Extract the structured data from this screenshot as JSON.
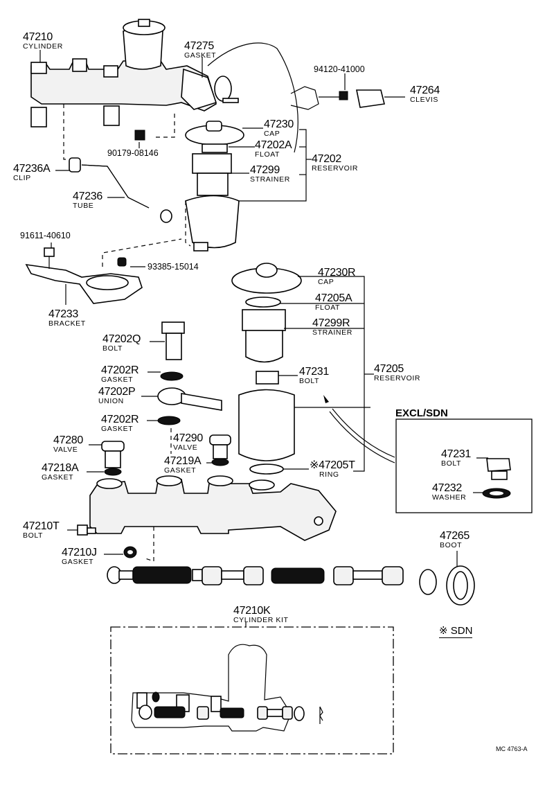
{
  "diagram": {
    "type": "exploded-parts-diagram",
    "subject": "Brake master cylinder"
  },
  "labels": [
    {
      "id": "47210",
      "number": "47210",
      "name": "CYLINDER"
    },
    {
      "id": "47275",
      "number": "47275",
      "name": "GASKET"
    },
    {
      "id": "94120-41000",
      "number": "94120-41000",
      "name": ""
    },
    {
      "id": "47264",
      "number": "47264",
      "name": "CLEVIS"
    },
    {
      "id": "47230",
      "number": "47230",
      "name": "CAP"
    },
    {
      "id": "47202A",
      "number": "47202A",
      "name": "FLOAT"
    },
    {
      "id": "47202",
      "number": "47202",
      "name": "RESERVOIR"
    },
    {
      "id": "47299",
      "number": "47299",
      "name": "STRAINER"
    },
    {
      "id": "90179-08146",
      "number": "90179-08146",
      "name": ""
    },
    {
      "id": "47236A",
      "number": "47236A",
      "name": "CLIP"
    },
    {
      "id": "47236",
      "number": "47236",
      "name": "TUBE"
    },
    {
      "id": "91611-40610",
      "number": "91611-40610",
      "name": ""
    },
    {
      "id": "93385-15014",
      "number": "93385-15014",
      "name": ""
    },
    {
      "id": "47233",
      "number": "47233",
      "name": "BRACKET"
    },
    {
      "id": "47230R",
      "number": "47230R",
      "name": "CAP"
    },
    {
      "id": "47205A",
      "number": "47205A",
      "name": "FLOAT"
    },
    {
      "id": "47299R",
      "number": "47299R",
      "name": "STRAINER"
    },
    {
      "id": "47202Q",
      "number": "47202Q",
      "name": "BOLT"
    },
    {
      "id": "47231",
      "number": "47231",
      "name": "BOLT"
    },
    {
      "id": "47205",
      "number": "47205",
      "name": "RESERVOIR"
    },
    {
      "id": "47202R-upper",
      "number": "47202R",
      "name": "GASKET"
    },
    {
      "id": "47202P",
      "number": "47202P",
      "name": "UNION"
    },
    {
      "id": "47202R-lower",
      "number": "47202R",
      "name": "GASKET"
    },
    {
      "id": "47280",
      "number": "47280",
      "name": "VALVE"
    },
    {
      "id": "47290",
      "number": "47290",
      "name": "VALVE"
    },
    {
      "id": "47219A",
      "number": "47219A",
      "name": "GASKET"
    },
    {
      "id": "47218A",
      "number": "47218A",
      "name": "GASKET"
    },
    {
      "id": "47205T",
      "number": "※47205T",
      "name": "RING"
    },
    {
      "id": "47231-excl",
      "number": "47231",
      "name": "BOLT"
    },
    {
      "id": "47232",
      "number": "47232",
      "name": "WASHER"
    },
    {
      "id": "47210T",
      "number": "47210T",
      "name": "BOLT"
    },
    {
      "id": "47210J",
      "number": "47210J",
      "name": "GASKET"
    },
    {
      "id": "47265",
      "number": "47265",
      "name": "BOOT"
    },
    {
      "id": "47210K",
      "number": "47210K",
      "name": "CYLINDER KIT"
    }
  ],
  "inset": {
    "title": "EXCL/SDN"
  },
  "legend": {
    "note": "※ SDN"
  },
  "drawing_code": "MC 4763-A"
}
